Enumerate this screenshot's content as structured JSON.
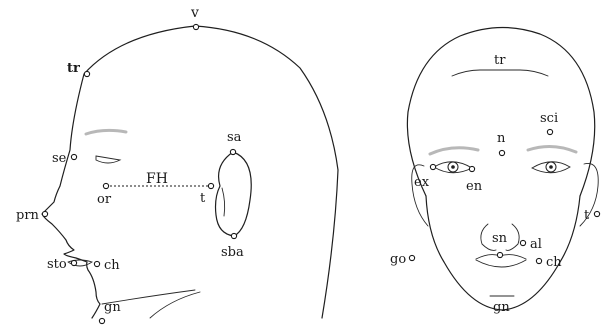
{
  "profile_view": {
    "fh_label": "FH",
    "landmarks": {
      "v": "v",
      "tr": "tr",
      "se": "se",
      "prn": "prn",
      "sto": "sto",
      "ch": "ch",
      "gn": "gn",
      "or": "or",
      "t": "t",
      "sa": "sa",
      "sba": "sba"
    }
  },
  "frontal_view": {
    "landmarks": {
      "tr": "tr",
      "sci": "sci",
      "n": "n",
      "ex": "ex",
      "en": "en",
      "t": "t",
      "al": "al",
      "sn": "sn",
      "go": "go",
      "ch": "ch",
      "gn": "gn"
    }
  }
}
